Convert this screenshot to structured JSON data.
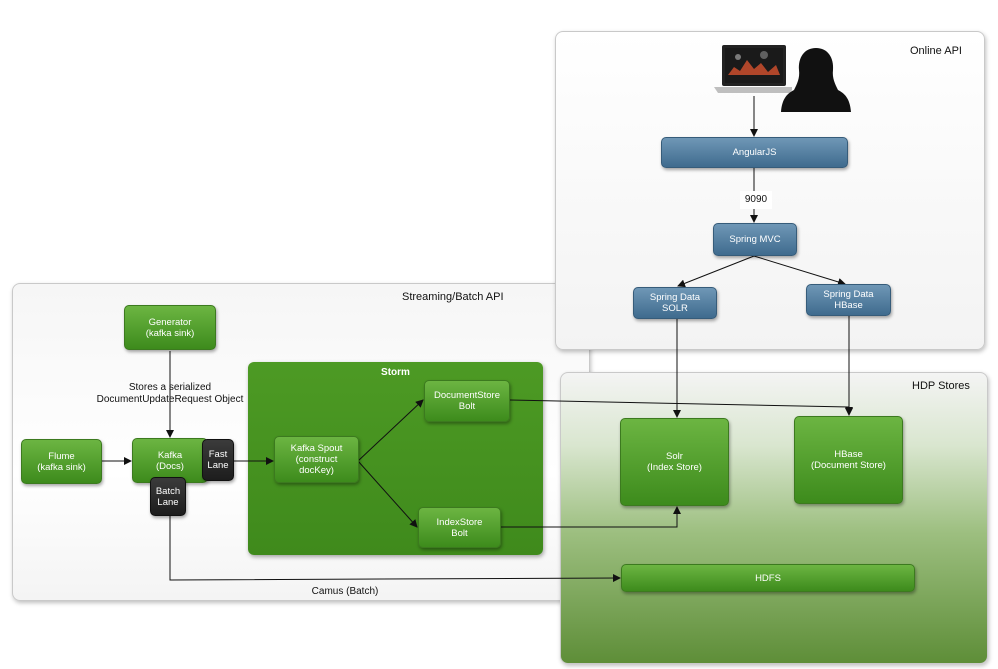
{
  "panels": {
    "streaming_title": "Streaming/Batch  API",
    "online_title": "Online API",
    "hdp_title": "HDP Stores",
    "storm_title": "Storm"
  },
  "nodes": {
    "generator": "Generator\n(kafka sink)",
    "flume": "Flume\n(kafka sink)",
    "kafka": "Kafka\n(Docs)",
    "fast_lane": "Fast\nLane",
    "batch_lane": "Batch\nLane",
    "kafka_spout": "Kafka Spout\n(construct\ndocKey)",
    "documentstore_bolt": "DocumentStore\nBolt",
    "indexstore_bolt": "IndexStore\nBolt",
    "angularjs": "AngularJS",
    "spring_mvc": "Spring MVC",
    "spring_data_solr": "Spring Data\nSOLR",
    "spring_data_hbase": "Spring Data\nHBase",
    "solr": "Solr\n(Index Store)",
    "hbase": "HBase\n(Document Store)",
    "hdfs": "HDFS"
  },
  "labels": {
    "stores_serialized": "Stores a serialized\nDocumentUpdateRequest Object",
    "camus_batch": "Camus (Batch)",
    "port": "9090"
  },
  "colors": {
    "green_node": "#4f9e2a",
    "blue_node": "#4f7ea3",
    "dark_node": "#2a2a2a",
    "hdp_gradient_bottom": "#5e8e38"
  }
}
